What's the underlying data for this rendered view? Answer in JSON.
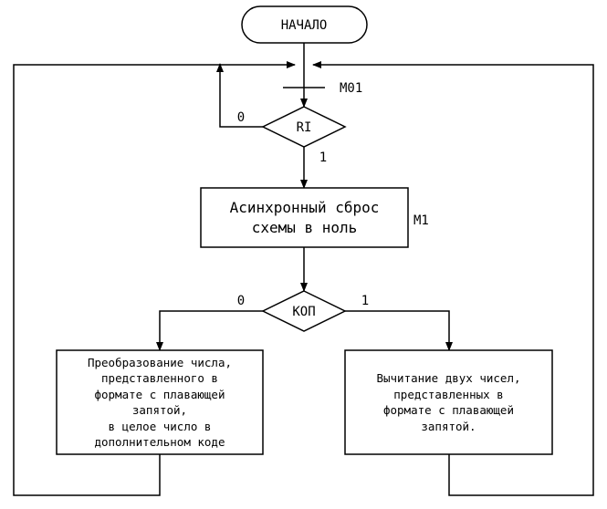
{
  "start": {
    "label": "НАЧАЛО"
  },
  "marker_m01": {
    "label": "М01"
  },
  "decision_ri": {
    "label": "RI",
    "no_label": "0",
    "yes_label": "1"
  },
  "process_reset": {
    "text": "Асинхронный сброс\nсхемы в ноль",
    "tag": "М1"
  },
  "decision_kop": {
    "label": "КОП",
    "no_label": "0",
    "yes_label": "1"
  },
  "process_convert": {
    "text": "Преобразование числа,\nпредставленного в\nформате с плавающей\nзапятой,\nв целое число в\nдополнительном коде"
  },
  "process_subtract": {
    "text": "Вычитание двух чисел,\nпредставленных в\nформате с плавающей\nзапятой."
  }
}
